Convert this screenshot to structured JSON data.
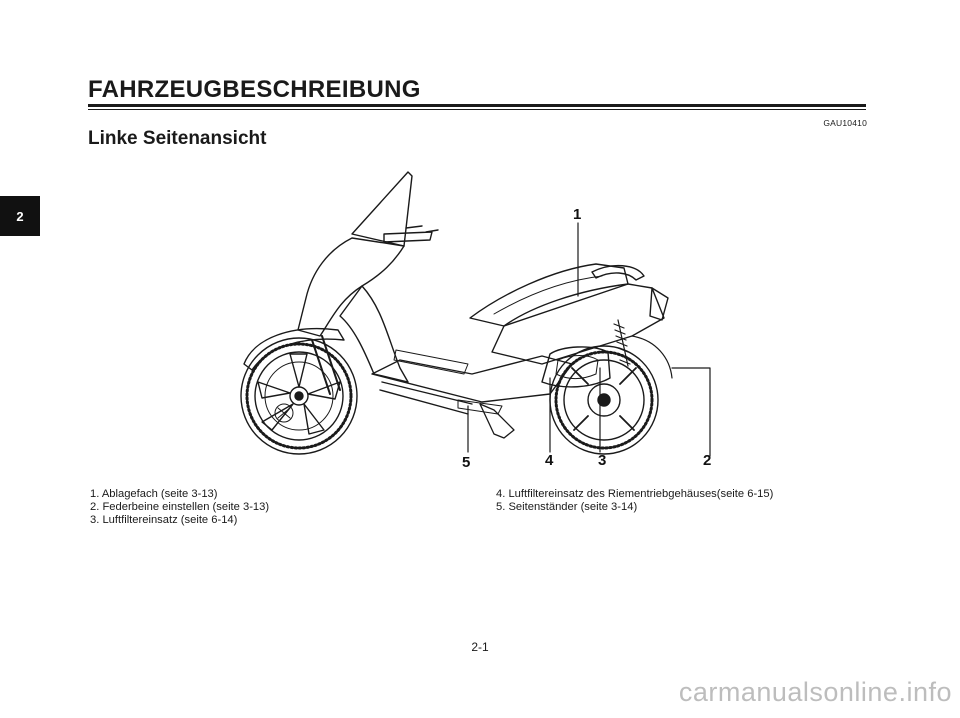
{
  "header": {
    "chapter_title": "FAHRZEUGBESCHREIBUNG",
    "ref_code": "GAU10410",
    "section_title": "Linke Seitenansicht",
    "chapter_tab": "2"
  },
  "figure": {
    "callouts": [
      "1",
      "2",
      "3",
      "4",
      "5"
    ]
  },
  "legend": {
    "left": [
      "1. Ablagefach (seite 3-13)",
      "2. Federbeine einstellen (seite 3-13)",
      "3. Luftfiltereinsatz (seite 6-14)"
    ],
    "right": [
      "4. Luftfiltereinsatz des Riementriebgehäuses(seite 6-15)",
      "5. Seitenständer (seite 3-14)"
    ]
  },
  "footer": {
    "page_number": "2-1",
    "watermark": "carmanualsonline.info"
  }
}
